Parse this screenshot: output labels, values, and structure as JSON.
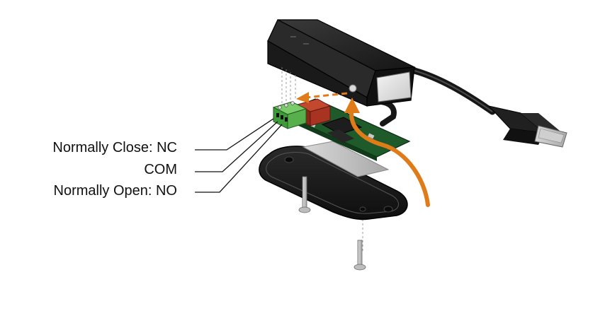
{
  "labels": {
    "nc": "Normally Close: NC",
    "com": "COM",
    "no": "Normally Open: NO"
  },
  "colors": {
    "arrow": "#e07b1a",
    "housing": "#1e1e1e",
    "pcb": "#1e5a2a",
    "terminal": "#4caf50",
    "relay": "#9a2a1e",
    "metal": "#bdbdbd",
    "background": "#ffffff"
  },
  "icons": {
    "plug": "usb-plug-icon"
  }
}
